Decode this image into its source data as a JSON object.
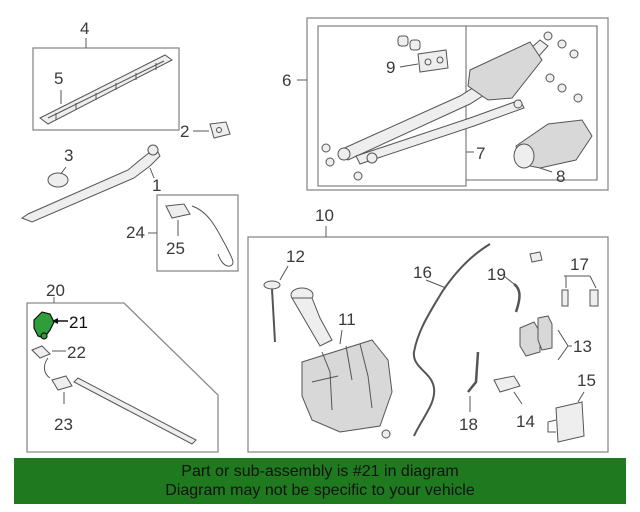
{
  "callouts": {
    "c1": "1",
    "c2": "2",
    "c3": "3",
    "c4": "4",
    "c5": "5",
    "c6": "6",
    "c7": "7",
    "c8": "8",
    "c9": "9",
    "c10": "10",
    "c11": "11",
    "c12": "12",
    "c13": "13",
    "c14": "14",
    "c15": "15",
    "c16": "16",
    "c17": "17",
    "c18": "18",
    "c19": "19",
    "c20": "20",
    "c21": "21",
    "c22": "22",
    "c23": "23",
    "c24": "24",
    "c25": "25"
  },
  "highlighted_part": "21",
  "highlight_color": "#2e9e3a",
  "banner": {
    "line1": "Part or sub-assembly is #21 in diagram",
    "line2": "Diagram may not be specific to your vehicle",
    "color": "#1f7a1f"
  }
}
